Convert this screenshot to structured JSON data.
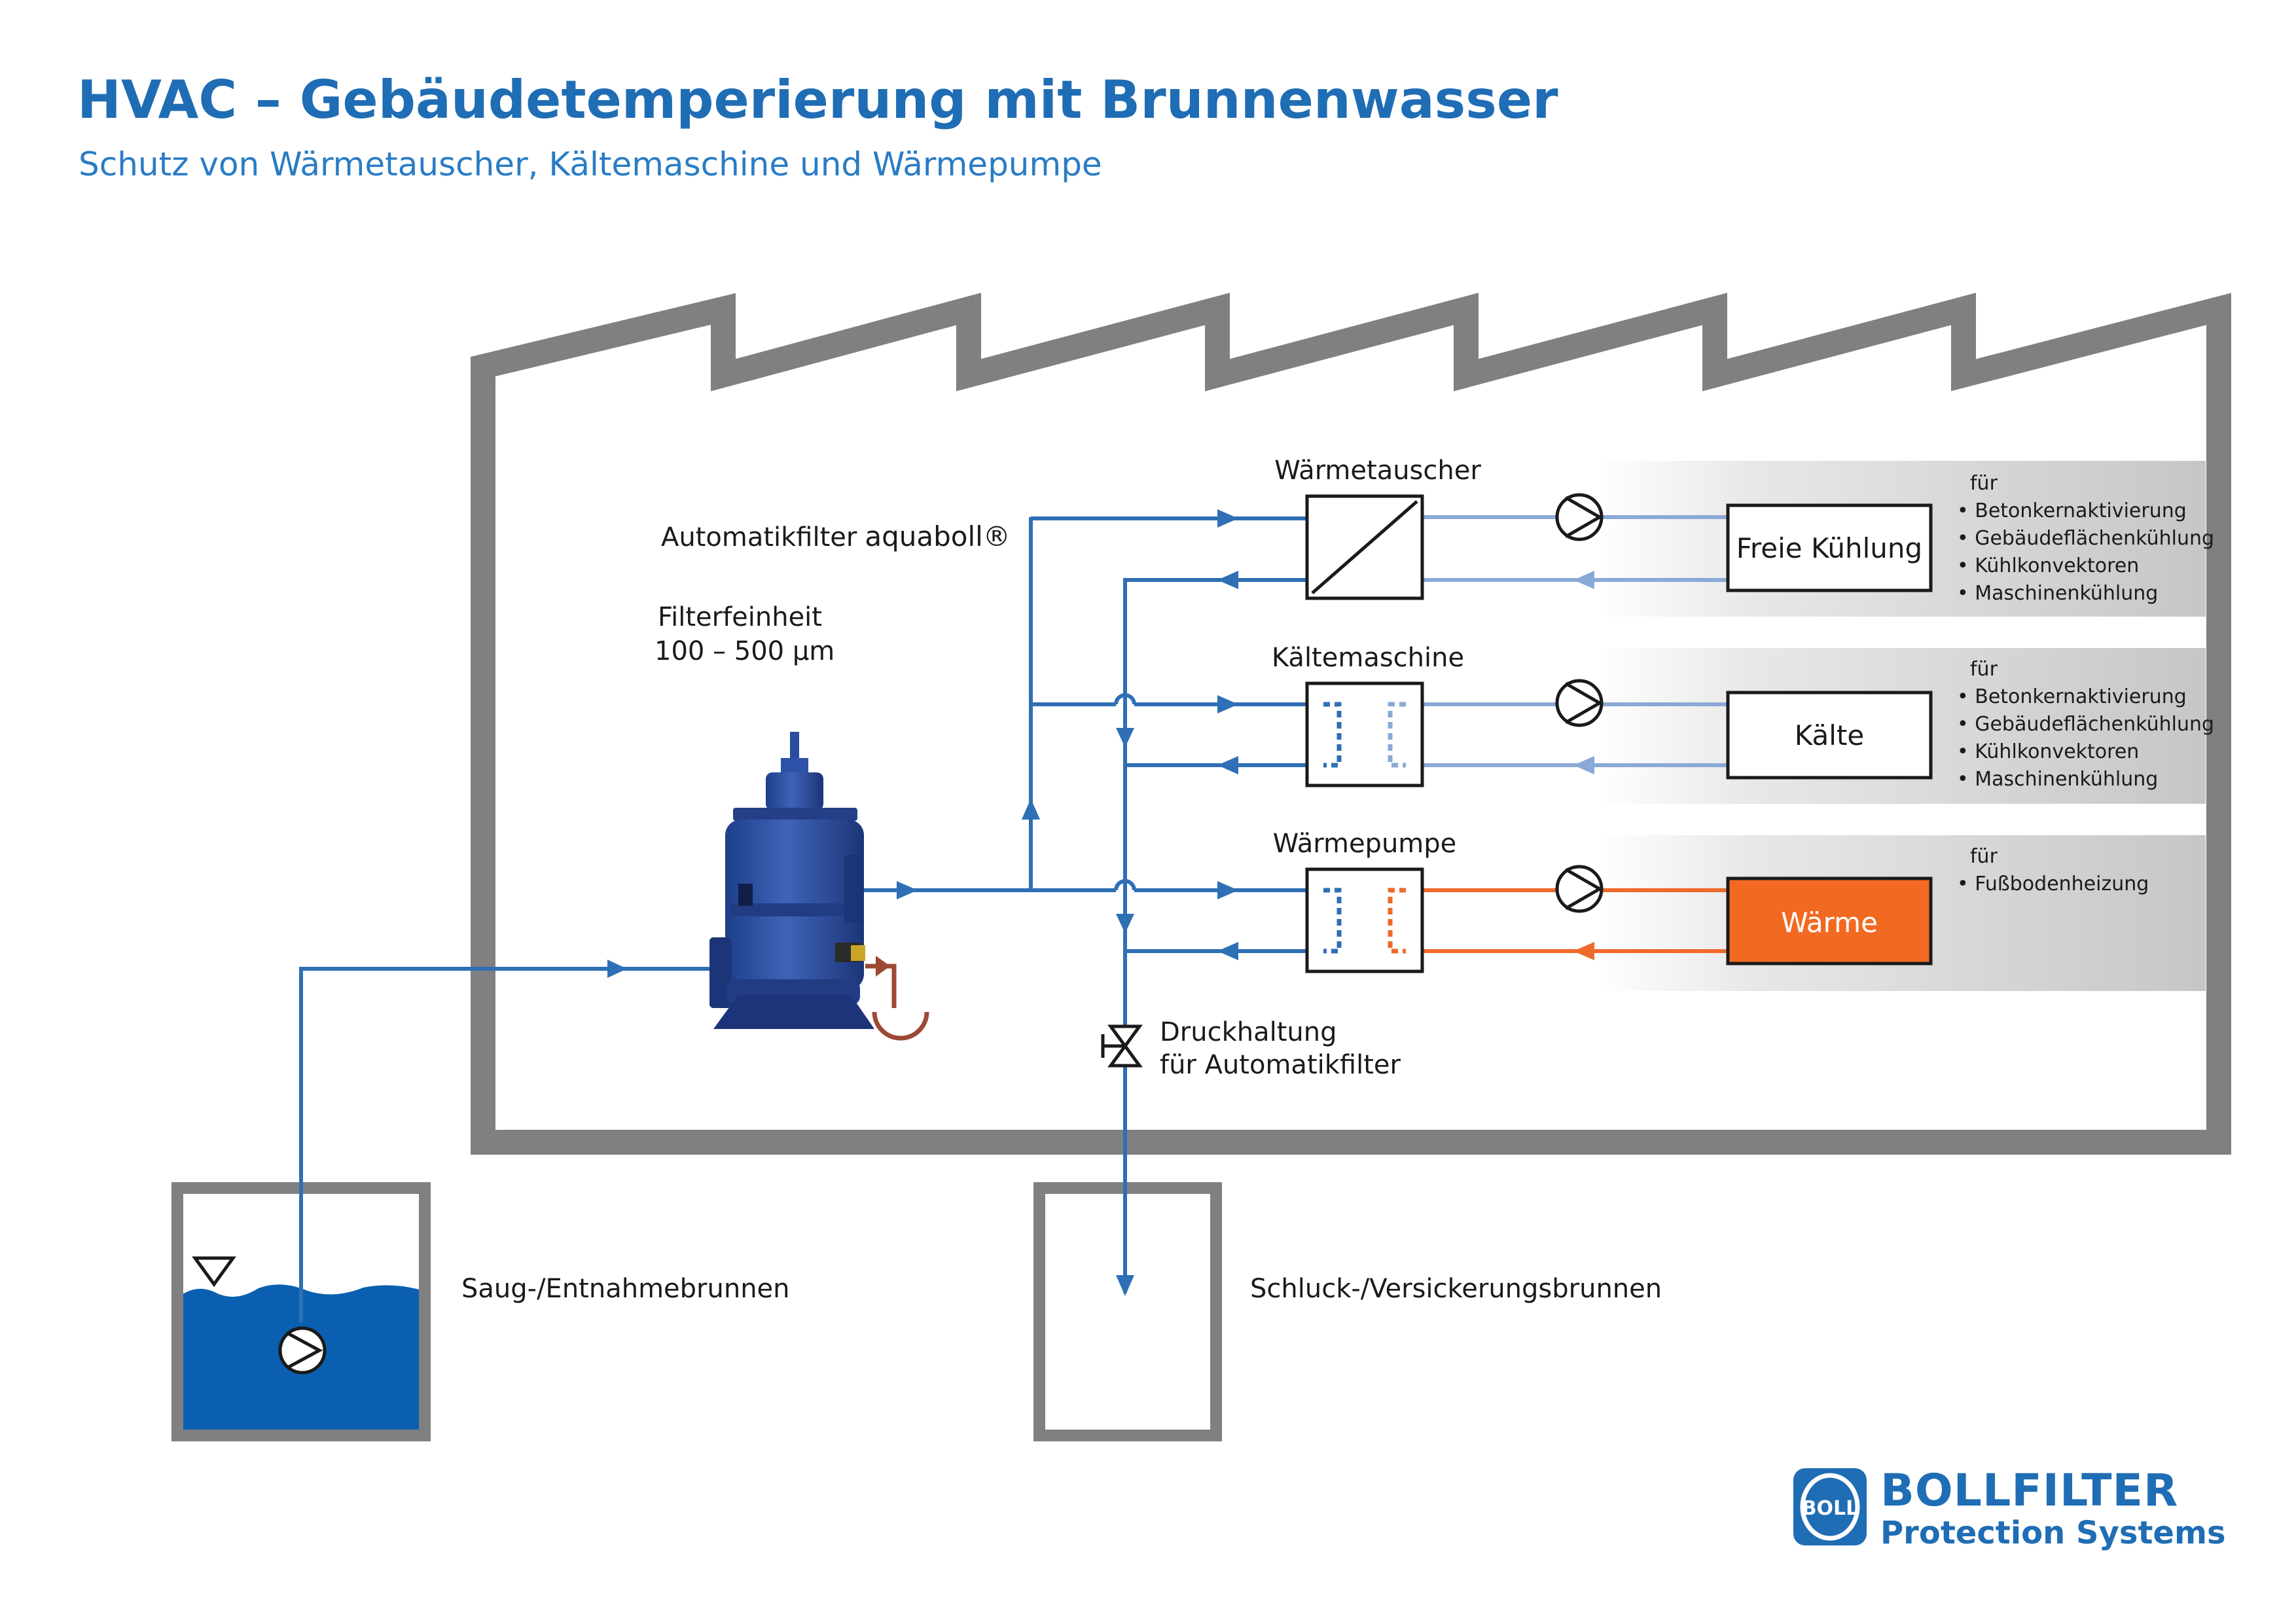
{
  "header": {
    "title": "HVAC – Gebäudetemperierung mit Brunnenwasser",
    "subtitle": "Schutz von Wärmetauscher, Kältemaschine und Wärmepumpe"
  },
  "filter": {
    "label_prefix": "Automatikfilter",
    "label_brand": "aquaboll®",
    "fineness_label": "Filterfeinheit",
    "fineness_value": "100 – 500 µm"
  },
  "units": {
    "heat_exchanger": "Wärmetauscher",
    "chiller": "Kältemaschine",
    "heat_pump": "Wärmepumpe"
  },
  "consumers": [
    {
      "label": "Freie Kühlung",
      "for": "für",
      "items": [
        "• Betonkernaktivierung",
        "• Gebäudeflächenkühlung",
        "• Kühlkonvektoren",
        "• Maschinenkühlung"
      ]
    },
    {
      "label": "Kälte",
      "for": "für",
      "items": [
        "• Betonkernaktivierung",
        "• Gebäudeflächenkühlung",
        "• Kühlkonvektoren",
        "• Maschinenkühlung"
      ]
    },
    {
      "label": "Wärme",
      "for": "für",
      "items": [
        "• Fußbodenheizung"
      ]
    }
  ],
  "valve": {
    "line1": "Druckhaltung",
    "line2": "für Automatikfilter"
  },
  "wells": {
    "intake": "Saug-/Entnahmebrunnen",
    "return": "Schluck-/Versickerungsbrunnen"
  },
  "logo": {
    "name": "BOLLFILTER",
    "tagline": "Protection Systems",
    "emblem": "BOLL"
  },
  "colors": {
    "main_pipe": "#2f6fb5",
    "light_pipe": "#8aa9d6",
    "heat_pipe": "#ee6a2a",
    "building": "#808080",
    "water": "#0a5fb0",
    "heat_box": "#f26a21",
    "flush_line": "#9c4a35"
  }
}
